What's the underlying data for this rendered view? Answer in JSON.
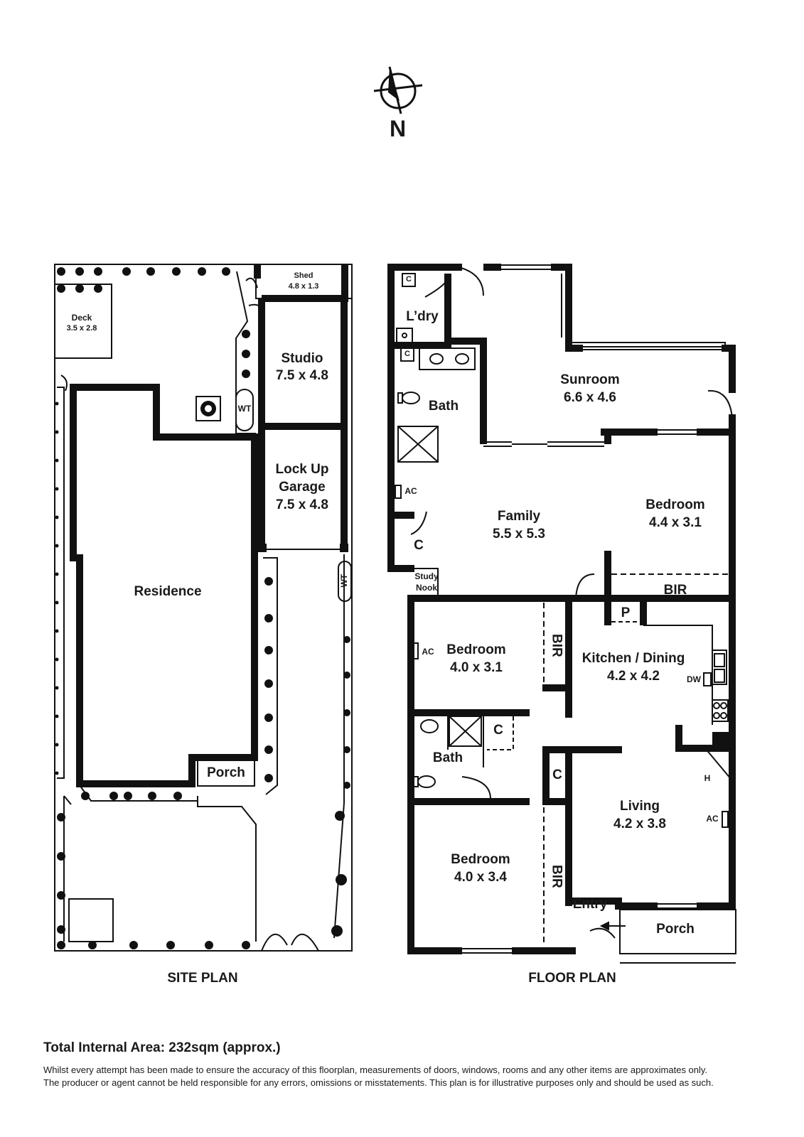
{
  "compass": {
    "label": "N"
  },
  "site_plan": {
    "title": "SITE PLAN",
    "shed": {
      "name": "Shed",
      "dims": "4.8 x 1.3"
    },
    "deck": {
      "name": "Deck",
      "dims": "3.5 x 2.8"
    },
    "studio": {
      "name": "Studio",
      "dims": "7.5 x 4.8"
    },
    "garage": {
      "name1": "Lock Up",
      "name2": "Garage",
      "dims": "7.5 x 4.8"
    },
    "residence": {
      "name": "Residence"
    },
    "porch": {
      "name": "Porch"
    },
    "wt_1": "WT",
    "wt_2": "WT"
  },
  "floor_plan": {
    "title": "FLOOR PLAN",
    "laundry_cupboard": "C",
    "laundry": "L’dry",
    "bath_cupboard": "C",
    "bath_top": "Bath",
    "sunroom": {
      "name": "Sunroom",
      "dims": "6.6 x 4.6"
    },
    "ac_family": "AC",
    "family": {
      "name": "Family",
      "dims": "5.5 x 5.3"
    },
    "family_cupboard": "C",
    "study_nook": {
      "line1": "Study",
      "line2": "Nook"
    },
    "bedroom_1": {
      "name": "Bedroom",
      "dims": "4.4 x 3.1"
    },
    "bir_1": "BIR",
    "pantry": "P",
    "kitchen": {
      "name": "Kitchen / Dining",
      "dims": "4.2 x 4.2"
    },
    "dw": "DW",
    "ac_bed2": "AC",
    "bedroom_2": {
      "name": "Bedroom",
      "dims": "4.0 x 3.1"
    },
    "bir_2": "BIR",
    "bath_cupboard_2": "C",
    "bath_bottom": "Bath",
    "hall_cupboard": "C",
    "heater": "H",
    "living": {
      "name": "Living",
      "dims": "4.2 x 3.8"
    },
    "ac_living": "AC",
    "bedroom_3": {
      "name": "Bedroom",
      "dims": "4.0 x 3.4"
    },
    "bir_3": "BIR",
    "entry": "Entry",
    "porch": "Porch"
  },
  "footer": {
    "total_area": "Total Internal Area: 232sqm (approx.)",
    "disclaimer_1": "Whilst every attempt has been made to ensure the accuracy of this floorplan, measurements of doors, windows, rooms and any other items are approximates only.",
    "disclaimer_2": "The producer or agent cannot be held responsible for any errors, omissions or misstatements. This plan is for illustrative purposes only and should be used as such."
  }
}
